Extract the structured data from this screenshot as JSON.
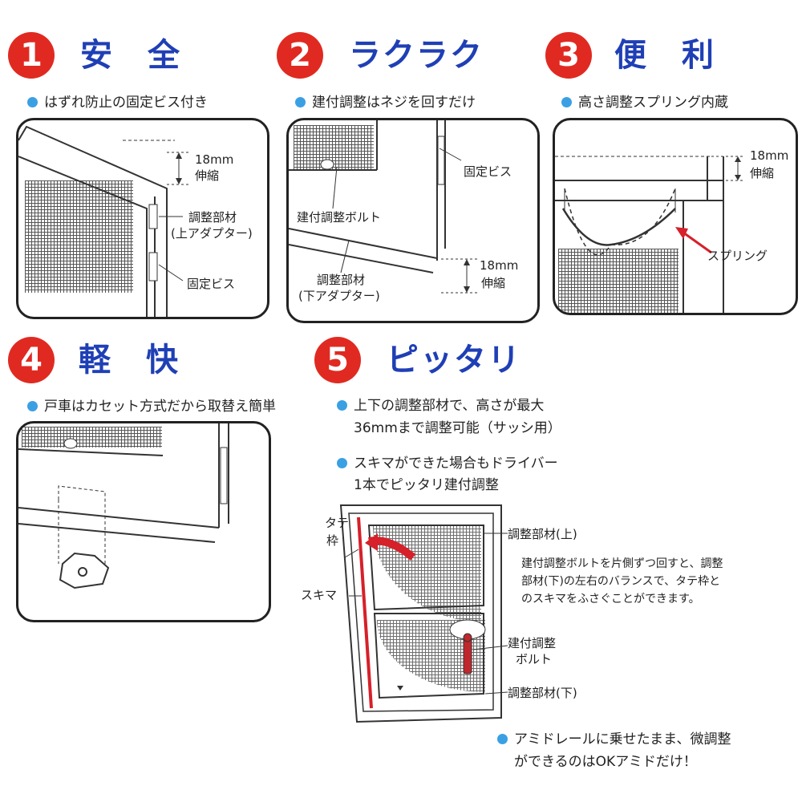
{
  "features": [
    {
      "num": "1",
      "title": "安　全",
      "bullet": "はずれ防止の固定ビス付き"
    },
    {
      "num": "2",
      "title": "ラクラク",
      "bullet": "建付調整はネジを回すだけ"
    },
    {
      "num": "3",
      "title": "便　利",
      "bullet": "高さ調整スプリング内蔵"
    },
    {
      "num": "4",
      "title": "軽　快",
      "bullet": "戸車はカセット方式だから取替え簡単"
    },
    {
      "num": "5",
      "title": "ピッタリ"
    }
  ],
  "panel1": {
    "size_line1": "18mm",
    "size_line2": "伸縮",
    "adj_line1": "調整部材",
    "adj_line2": "(上アダプター)",
    "screw": "固定ビス"
  },
  "panel2": {
    "screw": "固定ビス",
    "bolt": "建付調整ボルト",
    "adj_line1": "調整部材",
    "adj_line2": "(下アダプター)",
    "size_line1": "18mm",
    "size_line2": "伸縮"
  },
  "panel3": {
    "size_line1": "18mm",
    "size_line2": "伸縮",
    "spring": "スプリング"
  },
  "feature5": {
    "bullet1_line1": "上下の調整部材で、高さが最大",
    "bullet1_line2": "36mmまで調整可能（サッシ用）",
    "bullet2_line1": "スキマができた場合もドライバー",
    "bullet2_line2": "1本でピッタリ建付調整",
    "frame_label_1": "タテ",
    "frame_label_2": "枠",
    "gap": "スキマ",
    "adj_top": "調整部材(上)",
    "adj_bottom": "調整部材(下)",
    "bolt_line1": "建付調整",
    "bolt_line2": "ボルト",
    "desc_line1": "建付調整ボルトを片側ずつ回すと、調整",
    "desc_line2": "部材(下)の左右のバランスで、タテ枠と",
    "desc_line3": "のスキマをふさぐことができます。",
    "final_line1": "アミドレールに乗せたまま、微調整",
    "final_line2": "ができるのはOKアミドだけ！"
  },
  "colors": {
    "badge": "#e02a21",
    "title": "#1f3fb5",
    "bullet_dot": "#3ba0e3",
    "arrow": "#d6202a"
  }
}
